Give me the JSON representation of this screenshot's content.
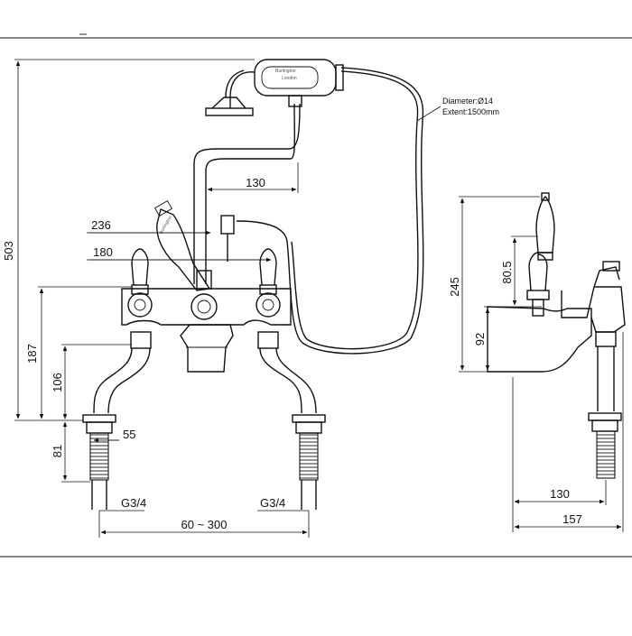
{
  "drawing": {
    "hose_note": {
      "diameter": "Diameter:Ø14",
      "extent": "Extent:1500mm"
    },
    "brand_mark": {
      "name": "Burlington",
      "sub": "London"
    },
    "front_view": {
      "overall_height": "503",
      "handset_offset": "130",
      "width_236": "236",
      "width_180": "180",
      "height_187": "187",
      "height_106": "106",
      "height_81": "81",
      "shank_55": "55",
      "thread_left": "G3/4",
      "thread_right": "G3/4",
      "centres": "60 ~ 300"
    },
    "side_view": {
      "height_245": "245",
      "height_80_5": "80.5",
      "height_92": "92",
      "projection_130": "130",
      "projection_157": "157"
    }
  }
}
